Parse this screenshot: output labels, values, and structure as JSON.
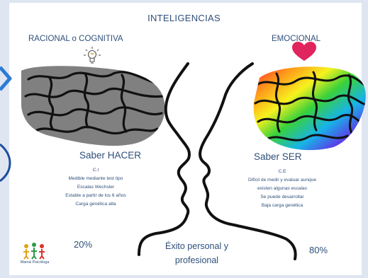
{
  "title": "INTELIGENCIAS",
  "left": {
    "heading": "RACIONAL o COGNITIVA",
    "icon": "lightbulb-icon",
    "main": "Saber HACER",
    "details": [
      "C.I",
      "Medible mediante test tipo",
      "Escalas Wechsler",
      "Estable a partir de los 6 años",
      "Carga genética alta"
    ],
    "percent": "20%"
  },
  "right": {
    "heading": "EMOCIONAL",
    "icon": "heart-icon",
    "main": "Saber SER",
    "details": [
      "C.E",
      "Difícil de medir y evaluar aunque",
      "existen algunas escalas",
      "Se puede desarrollar",
      "Baja carga genética"
    ],
    "percent": "80%"
  },
  "center_text": "Éxito personal y profesional",
  "logo_text": "Mamá Psicóloga",
  "colors": {
    "text": "#2f4f7a",
    "brain_left": "#808080",
    "heart": "#e0245e",
    "nav": "#2b7bd6"
  }
}
